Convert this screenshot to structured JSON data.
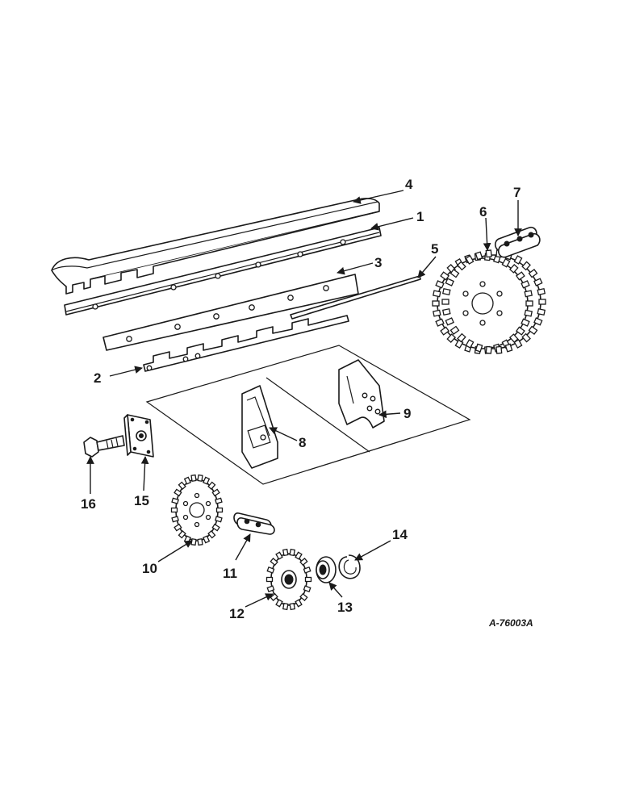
{
  "diagram": {
    "reference_code": "A-76003A",
    "callouts": {
      "c1": "1",
      "c2": "2",
      "c3": "3",
      "c4": "4",
      "c5": "5",
      "c6": "6",
      "c7": "7",
      "c8": "8",
      "c9": "9",
      "c10": "10",
      "c11": "11",
      "c12": "12",
      "c13": "13",
      "c14": "14",
      "c15": "15",
      "c16": "16"
    },
    "line_color": "#1a1a1a",
    "background_color": "#ffffff"
  }
}
